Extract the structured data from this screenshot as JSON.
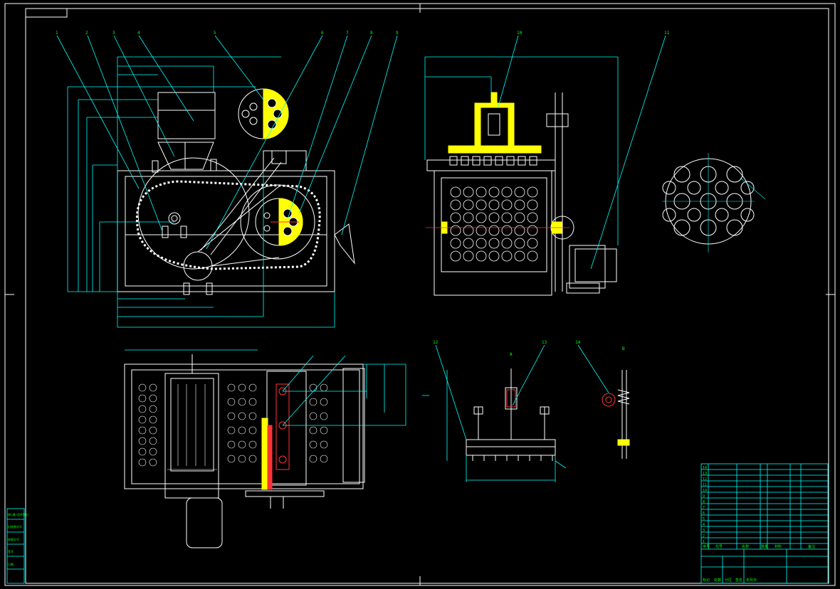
{
  "colors": {
    "background": "#000000",
    "outline": "#ffffff",
    "dimension": "#00ffff",
    "text": "#00ff00",
    "hatch": "#ffff00",
    "accent": "#ff3333"
  },
  "balloons": [
    "1",
    "2",
    "3",
    "4",
    "5",
    "6",
    "7",
    "8",
    "9",
    "10",
    "11",
    "12",
    "13",
    "14"
  ],
  "view_labels": {
    "a": "A",
    "b": "B"
  },
  "title_block": {
    "rows": [
      "14",
      "13",
      "12",
      "11",
      "10",
      "9",
      "8",
      "7",
      "6",
      "5",
      "4",
      "3",
      "2",
      "1"
    ],
    "header": [
      "序号",
      "代号",
      "名称",
      "数量",
      "材料",
      "备注"
    ]
  },
  "revision_block": [
    "标记",
    "处数",
    "分区",
    "签名",
    "年月日"
  ],
  "side_stamp": [
    "借(通)用件登记",
    "旧底图总号",
    "底图总号",
    "签字",
    "日期"
  ]
}
